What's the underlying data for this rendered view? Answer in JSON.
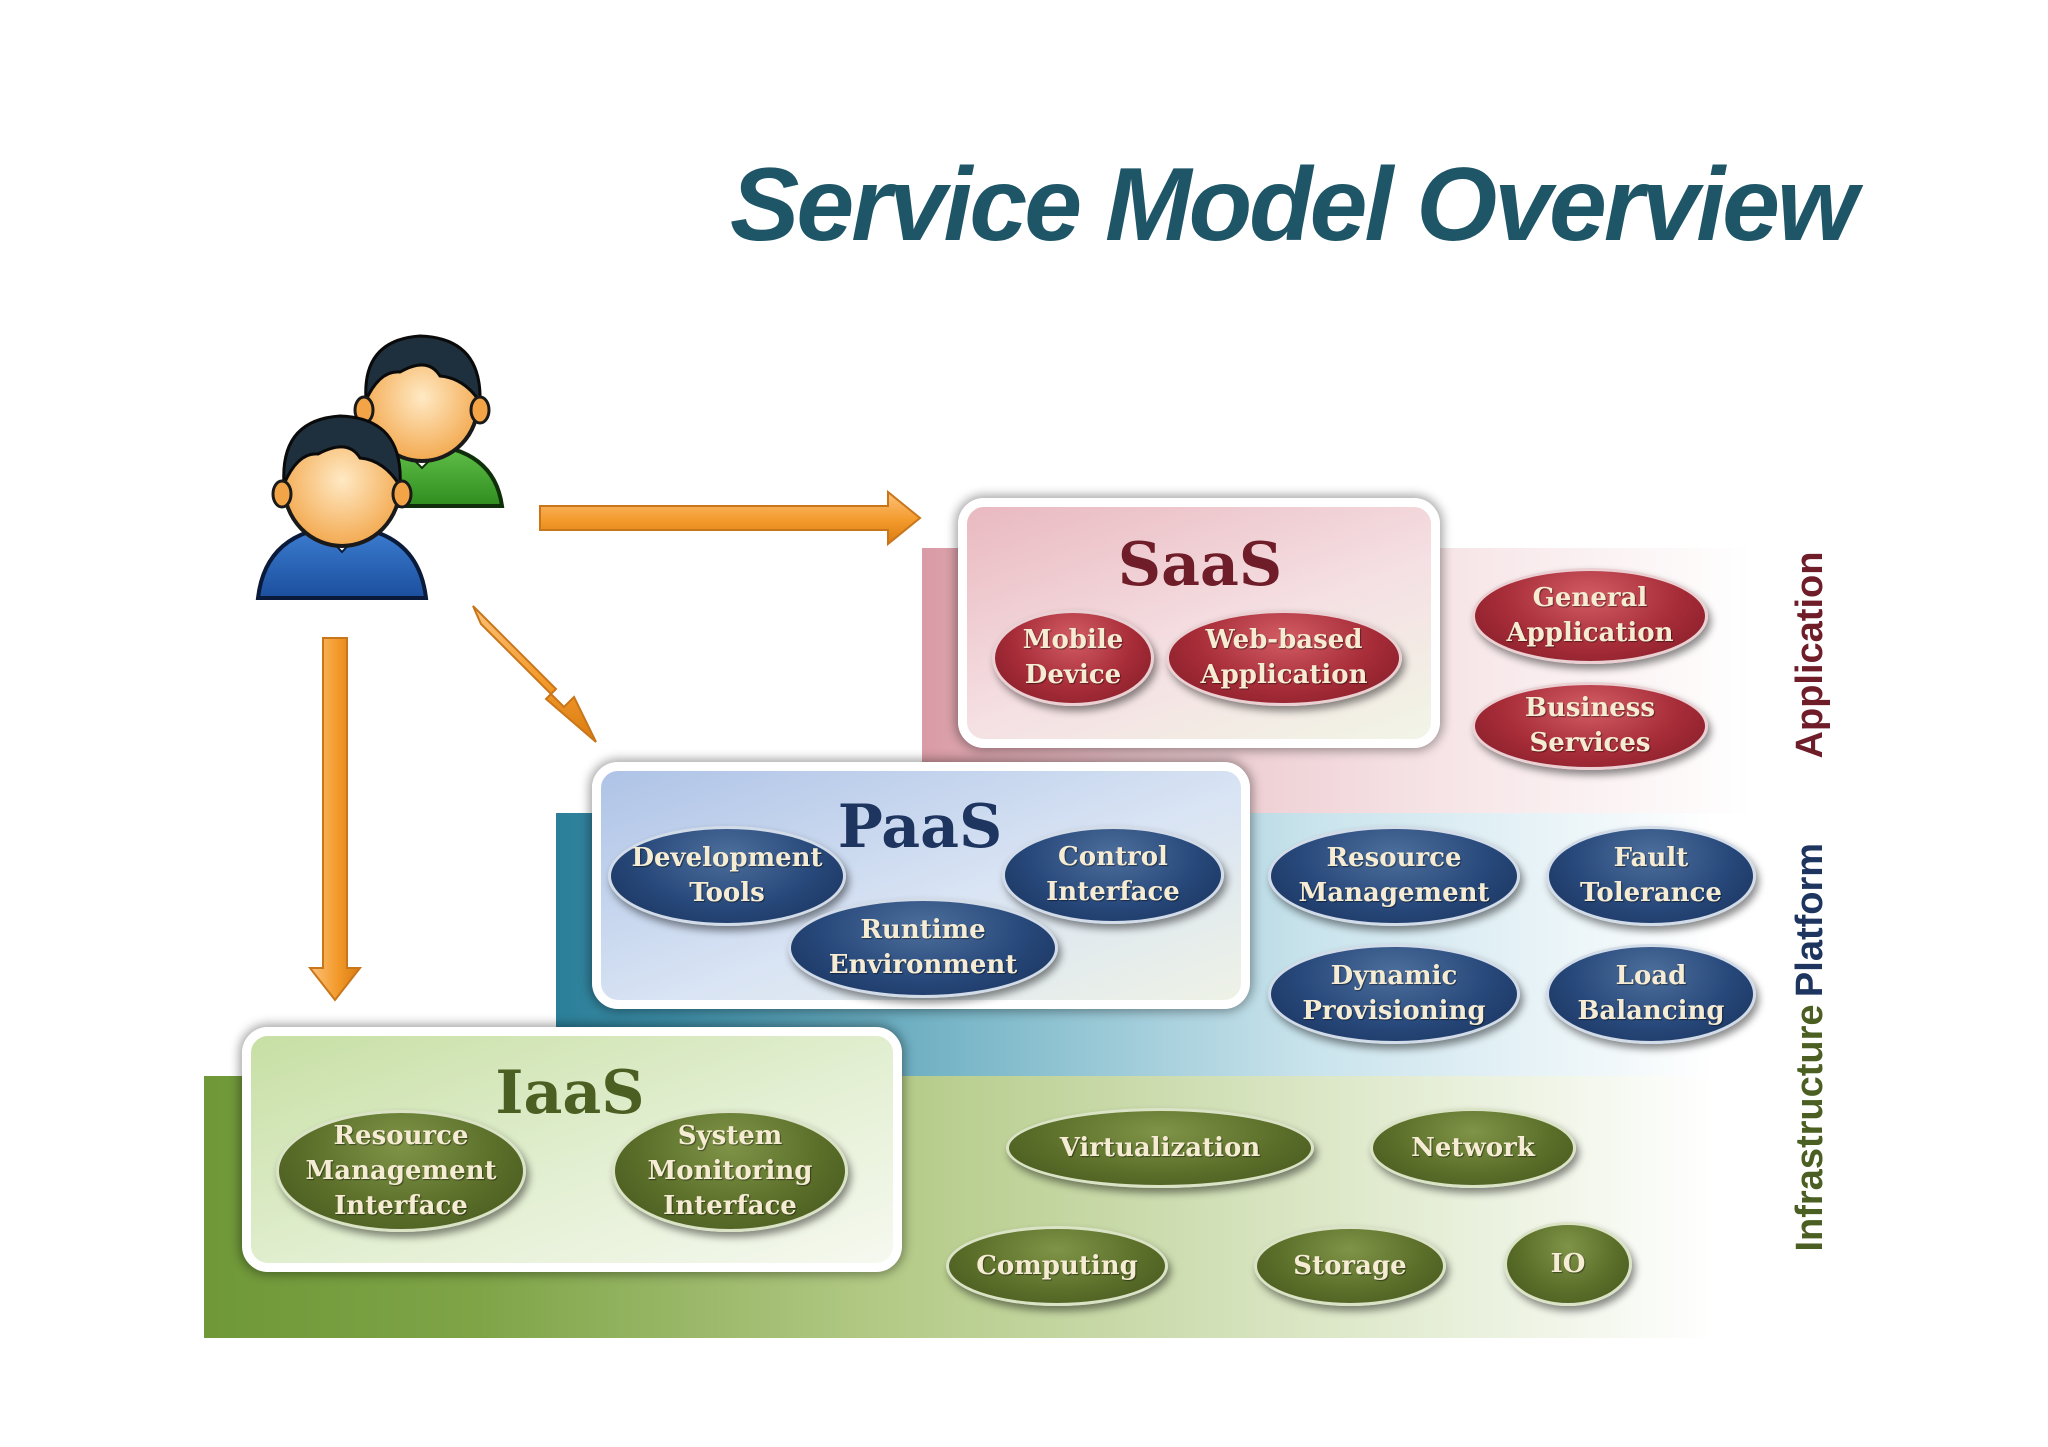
{
  "title": "Service Model Overview",
  "layers": {
    "application": "Application",
    "platform": "Platform",
    "infrastructure": "Infrastructure"
  },
  "saas": {
    "title": "SaaS",
    "items": [
      "Mobile\nDevice",
      "Web-based\nApplication"
    ],
    "extra": [
      "General\nApplication",
      "Business\nServices"
    ]
  },
  "paas": {
    "title": "PaaS",
    "items": [
      "Development\nTools",
      "Control\nInterface",
      "Runtime\nEnvironment"
    ],
    "extra": [
      "Resource\nManagement",
      "Fault\nTolerance",
      "Dynamic\nProvisioning",
      "Load\nBalancing"
    ]
  },
  "iaas": {
    "title": "IaaS",
    "items": [
      "Resource\nManagement\nInterface",
      "System\nMonitoring\nInterface"
    ],
    "extra": [
      "Virtualization",
      "Network",
      "Computing",
      "Storage",
      "IO"
    ]
  },
  "colors": {
    "title": "#1f5667",
    "saas": "#a62c38",
    "paas": "#27487a",
    "iaas": "#5b6f2a",
    "arrow": "#f39a2b"
  },
  "icons": [
    "users-icon",
    "arrow-right-icon",
    "arrow-diagonal-icon",
    "arrow-down-icon"
  ]
}
